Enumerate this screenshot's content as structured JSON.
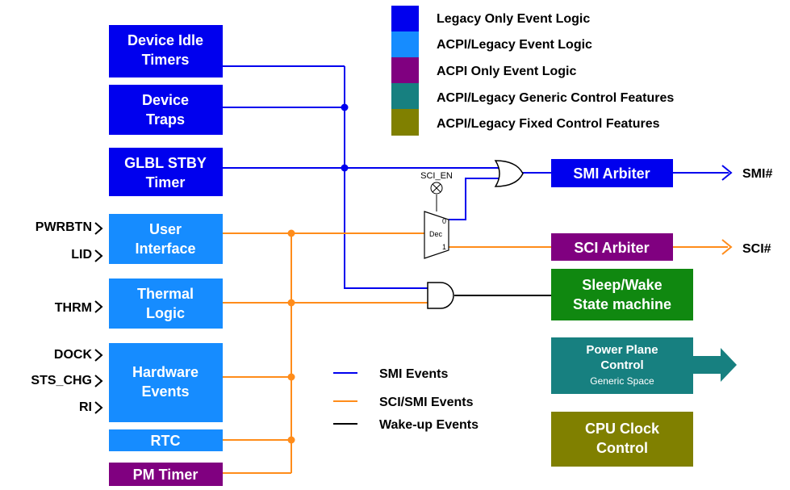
{
  "colors": {
    "legacy_only": "#0000ee",
    "acpi_legacy": "#168cff",
    "acpi_only": "#800080",
    "generic": "#178080",
    "fixed": "#808000",
    "smi_line": "#0000ee",
    "sci_line": "#ff8c1a",
    "wake_line": "#000000"
  },
  "legend": {
    "legacy_only": "Legacy Only  Event Logic",
    "acpi_legacy": "ACPI/Legacy Event Logic",
    "acpi_only": "ACPI Only Event Logic",
    "generic": "ACPI/Legacy Generic Control Features",
    "fixed": "ACPI/Legacy Fixed Control Features"
  },
  "blocks": {
    "idle_timers": [
      "Device Idle",
      "Timers"
    ],
    "device_traps": [
      "Device",
      "Traps"
    ],
    "glbl_stby": [
      "GLBL STBY",
      "Timer"
    ],
    "user_interface": [
      "User",
      "Interface"
    ],
    "thermal": [
      "Thermal",
      "Logic"
    ],
    "hw_events": [
      "Hardware",
      "Events"
    ],
    "rtc": "RTC",
    "pm_timer": "PM Timer",
    "smi_arbiter": "SMI Arbiter",
    "sci_arbiter": "SCI Arbiter",
    "sleep_wake": [
      "Sleep/Wake",
      "State machine"
    ],
    "power_plane": [
      "Power Plane",
      "Control"
    ],
    "power_plane_sub": "Generic Space",
    "cpu_clock": [
      "CPU Clock",
      "Control"
    ]
  },
  "inputs": {
    "pwrbtn": "PWRBTN",
    "lid": "LID",
    "thrm": "THRM",
    "dock": "DOCK",
    "sts_chg": "STS_CHG",
    "ri": "RI"
  },
  "outputs": {
    "smi": "SMI#",
    "sci": "SCI#"
  },
  "mux": {
    "enable": "SCI_EN",
    "label": "Dec",
    "in0": "0",
    "in1": "1"
  },
  "line_legend": {
    "smi": "SMI Events",
    "sci_smi": "SCI/SMI Events",
    "wake": "Wake-up Events"
  }
}
